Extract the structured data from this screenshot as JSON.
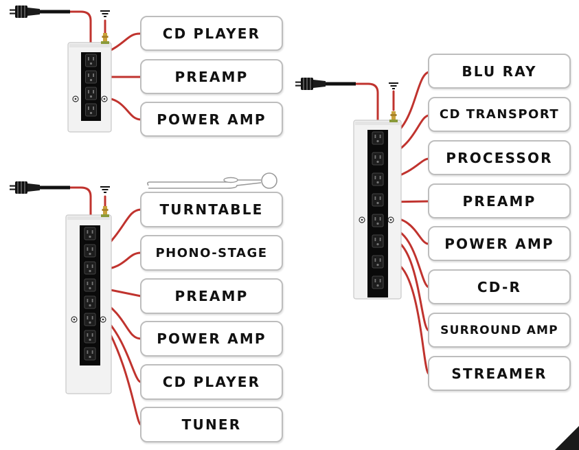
{
  "groups": [
    {
      "strip_outlets": 4,
      "devices": [
        "CD PLAYER",
        "PREAMP",
        "POWER AMP"
      ]
    },
    {
      "strip_outlets": 8,
      "devices": [
        "TURNTABLE",
        "PHONO-STAGE",
        "PREAMP",
        "POWER AMP",
        "CD PLAYER",
        "TUNER"
      ]
    },
    {
      "strip_outlets": 8,
      "devices": [
        "BLU RAY",
        "CD TRANSPORT",
        "PROCESSOR",
        "PREAMP",
        "POWER AMP",
        "CD-R",
        "SURROUND AMP",
        "STREAMER"
      ]
    }
  ],
  "colors": {
    "wire": "#c0332e",
    "strip_body": "#f2f2f2",
    "outlet_panel": "#0a0a0a",
    "label_border": "#bdbdbd",
    "brass": "#c9a23a"
  },
  "icons": [
    "power-plug-icon",
    "ground-icon",
    "outlet-icon",
    "turntable-ground-wire-icon",
    "page-corner-icon"
  ]
}
